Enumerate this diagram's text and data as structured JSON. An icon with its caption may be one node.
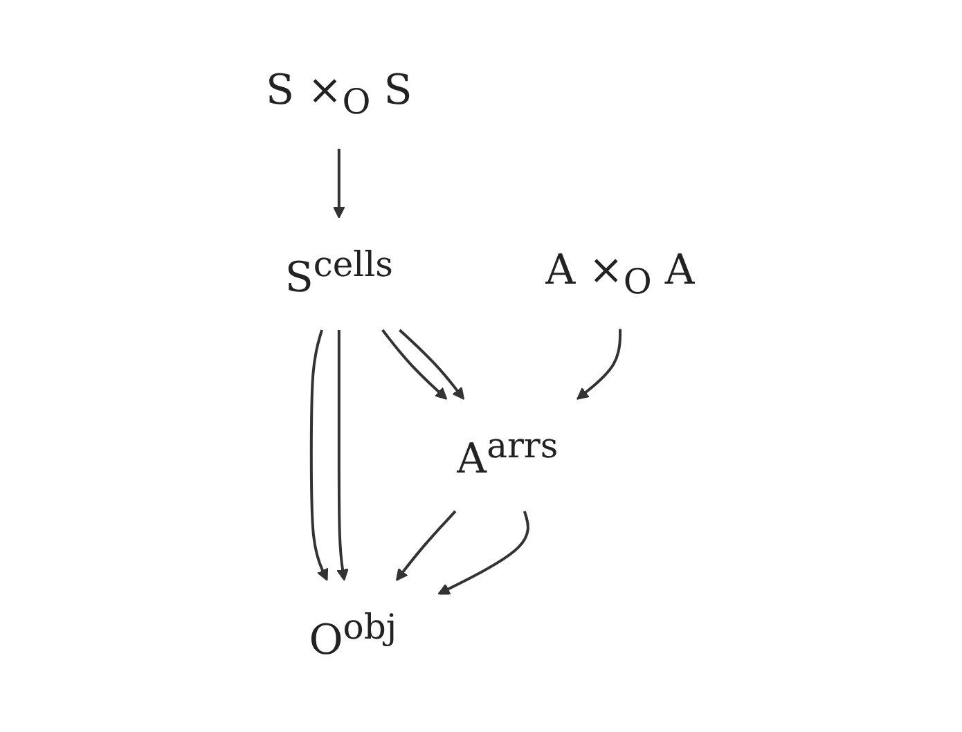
{
  "diagram": {
    "nodes": [
      {
        "text": [
          "S ×$_{O}$ S"
        ]
      },
      {
        "text": [
          "S$^{cells}$"
        ]
      },
      {
        "text": [
          "A ×$_{O}$ A"
        ]
      },
      {
        "text": [
          "A$^{arrs}$"
        ]
      },
      {
        "text": [
          "O$^{obj}$"
        ]
      }
    ],
    "edges": [
      {
        "from": 0,
        "to": 1,
        "arrow": "to"
      },
      {
        "from": 1,
        "to": 3,
        "arrow": "to"
      },
      {
        "from": 1,
        "to": 3,
        "arrow": "to"
      },
      {
        "from": 2,
        "to": 3,
        "arrow": "to"
      },
      {
        "from": 1,
        "to": 4,
        "arrow": "to"
      },
      {
        "from": 1,
        "to": 4,
        "arrow": "to"
      },
      {
        "from": 3,
        "to": 4,
        "arrow": "to"
      },
      {
        "from": 3,
        "to": 4,
        "arrow": "to"
      }
    ]
  }
}
